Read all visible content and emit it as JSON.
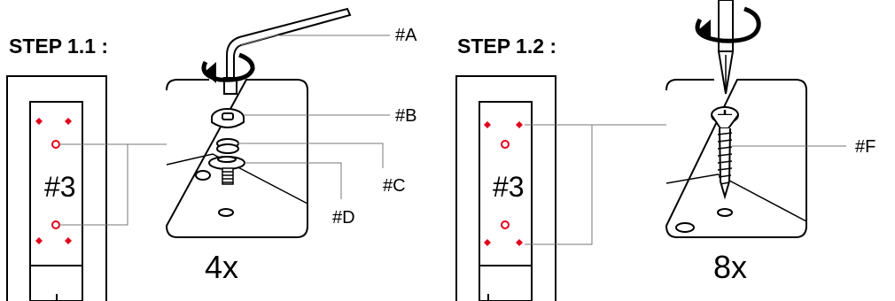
{
  "steps": [
    {
      "title": "STEP 1.1 :",
      "panel_label": "#3",
      "quantity": "4x",
      "callouts": [
        "#A",
        "#B",
        "#C",
        "#D"
      ]
    },
    {
      "title": "STEP 1.2 :",
      "panel_label": "#3",
      "quantity": "8x",
      "callouts": [
        "#F"
      ]
    }
  ],
  "colors": {
    "ink": "#000000",
    "hole_marker": "#e3001b",
    "background": "#ffffff"
  }
}
